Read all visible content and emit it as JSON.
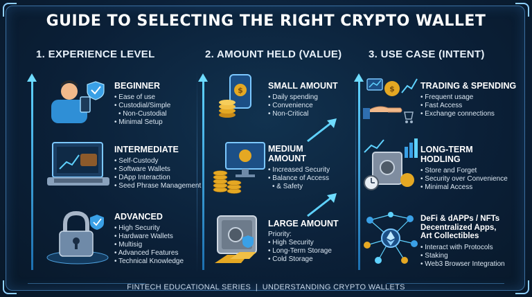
{
  "title": "GUIDE TO SELECTING THE RIGHT CRYPTO WALLET",
  "columns": [
    {
      "heading": "1. EXPERIENCE LEVEL",
      "cards": [
        {
          "title": "BEGINNER",
          "items": [
            "Ease of use",
            "Custodial/Simple",
            "Non-Custodial",
            "Minimal Setup"
          ]
        },
        {
          "title": "INTERMEDIATE",
          "items": [
            "Self-Custody",
            "Software Wallets",
            "DApp Interaction",
            "Seed Phrase Management"
          ]
        },
        {
          "title": "ADVANCED",
          "items": [
            "High Security",
            "Hardware Wallets",
            "Multisig",
            "Advanced Features",
            "Technical Knowledge"
          ]
        }
      ]
    },
    {
      "heading": "2. AMOUNT HELD (VALUE)",
      "cards": [
        {
          "title": "SMALL AMOUNT",
          "items": [
            "Daily spending",
            "Convenience",
            "Non-Critical"
          ]
        },
        {
          "title_line1": "MEDIUM",
          "title_line2": "AMOUNT",
          "items": [
            "Increased Security",
            "Balance of Access",
            "& Safety"
          ]
        },
        {
          "title": "LARGE AMOUNT",
          "priority": "Priority:",
          "items": [
            "High Security",
            "Long-Term Storage",
            "Cold Storage"
          ]
        }
      ]
    },
    {
      "heading": "3. USE CASE (INTENT)",
      "cards": [
        {
          "title": "TRADING & SPENDING",
          "items": [
            "Frequent usage",
            "Fast Access",
            "Exchange connections"
          ]
        },
        {
          "title_line1": "LONG-TERM",
          "title_line2": "HODLING",
          "items": [
            "Store and Forget",
            "Security over Convenience",
            "Minimal Access"
          ]
        },
        {
          "title_line1": "DeFi & dAPPs / NFTs",
          "title_line2": "Decentralized Apps,",
          "title_line3": "Art Collectibles",
          "items": [
            "Interact with Protocols",
            "Staking",
            "Web3 Browser Integration"
          ]
        }
      ]
    }
  ],
  "footer": "FINTECH EDUCATIONAL SERIES  |  UNDERSTANDING CRYPTO WALLETS",
  "colors": {
    "accent": "#5fd2ff",
    "background": "#0b2038",
    "gold": "#e5a823"
  },
  "icons": [
    "person-phone-icon",
    "laptop-wallet-icon",
    "padlock-circuit-icon",
    "phone-coins-icon",
    "monitor-coins-icon",
    "safe-gold-icon",
    "hand-coin-chart-icon",
    "vault-clock-icon",
    "network-ethereum-icon"
  ]
}
